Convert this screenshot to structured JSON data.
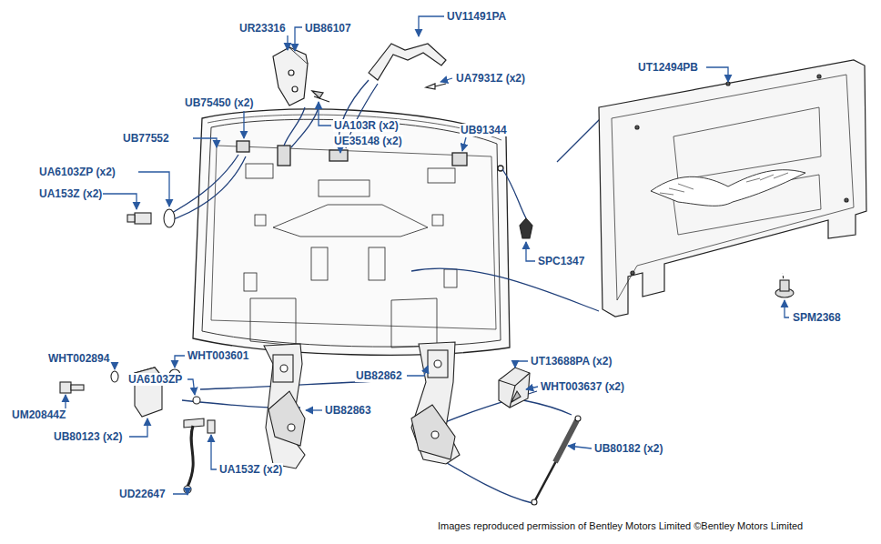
{
  "diagram": {
    "labels": [
      "UR23316",
      "UB86107",
      "UV11491PA",
      "UA7931Z (x2)",
      "UT12494PB",
      "UB75450 (x2)",
      "UA103R (x2)",
      "UE35148 (x2)",
      "UB91344",
      "UB77552",
      "UA6103ZP (x2)",
      "UA153Z (x2)",
      "SPC1347",
      "SPM2368",
      "WHT002894",
      "WHT003601",
      "UA6103ZP",
      "UB82862",
      "UT13688PA (x2)",
      "WHT003637 (x2)",
      "UM20844Z",
      "UB82863",
      "UB80123 (x2)",
      "UB80182 (x2)",
      "UA153Z (x2)",
      "UD22647",
      "Images reproduced permission of Bentley Motors Limited ©Bentley Motors Limited"
    ]
  }
}
